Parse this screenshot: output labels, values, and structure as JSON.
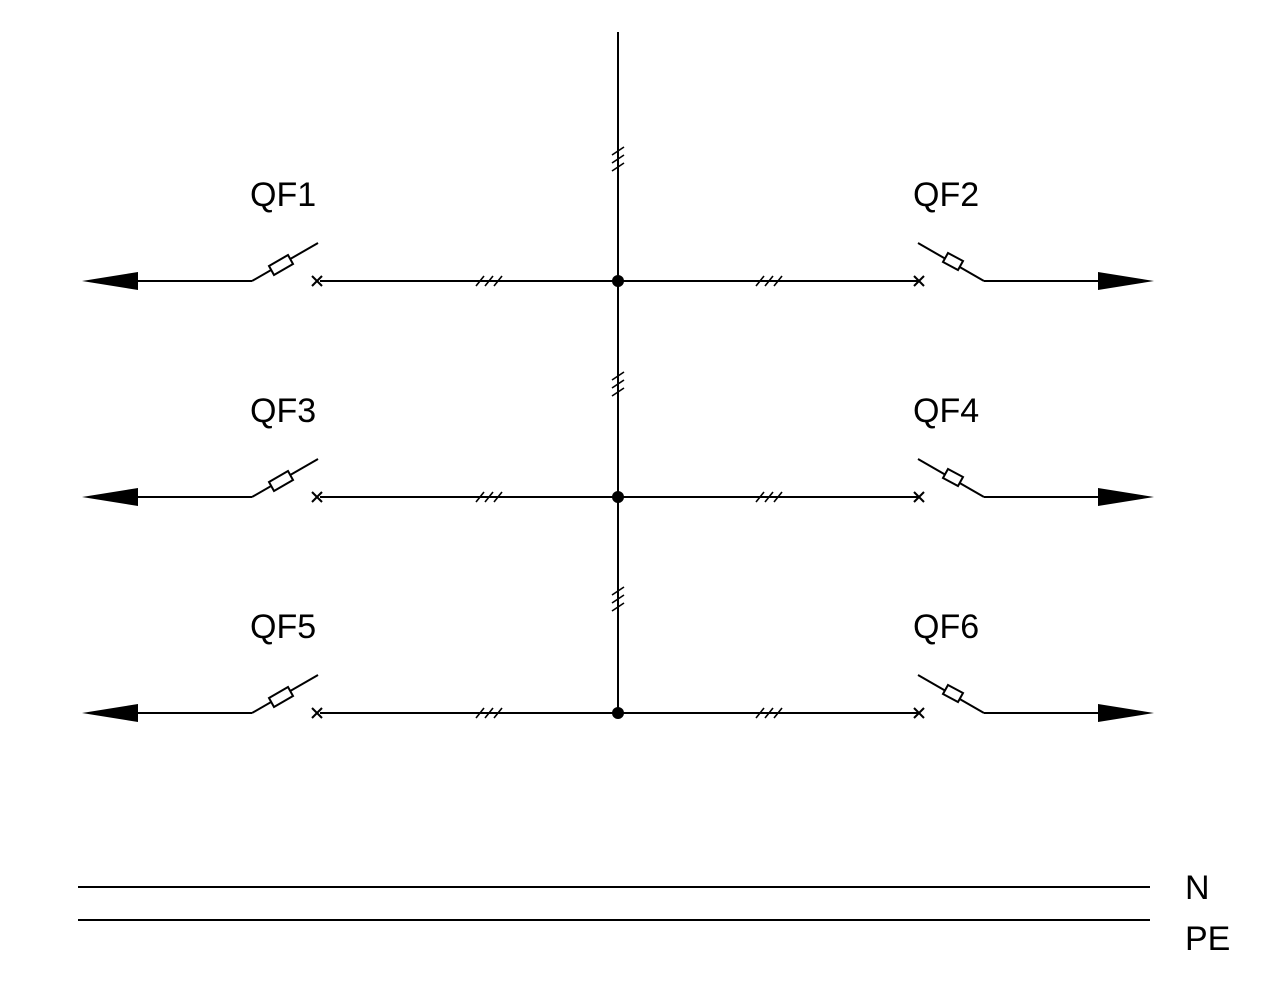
{
  "breakers": [
    {
      "label": "QF1",
      "side": "left"
    },
    {
      "label": "QF2",
      "side": "right"
    },
    {
      "label": "QF3",
      "side": "left"
    },
    {
      "label": "QF4",
      "side": "right"
    },
    {
      "label": "QF5",
      "side": "left"
    },
    {
      "label": "QF6",
      "side": "right"
    }
  ],
  "conductors": {
    "neutral_label": "N",
    "protective_earth_label": "PE"
  }
}
